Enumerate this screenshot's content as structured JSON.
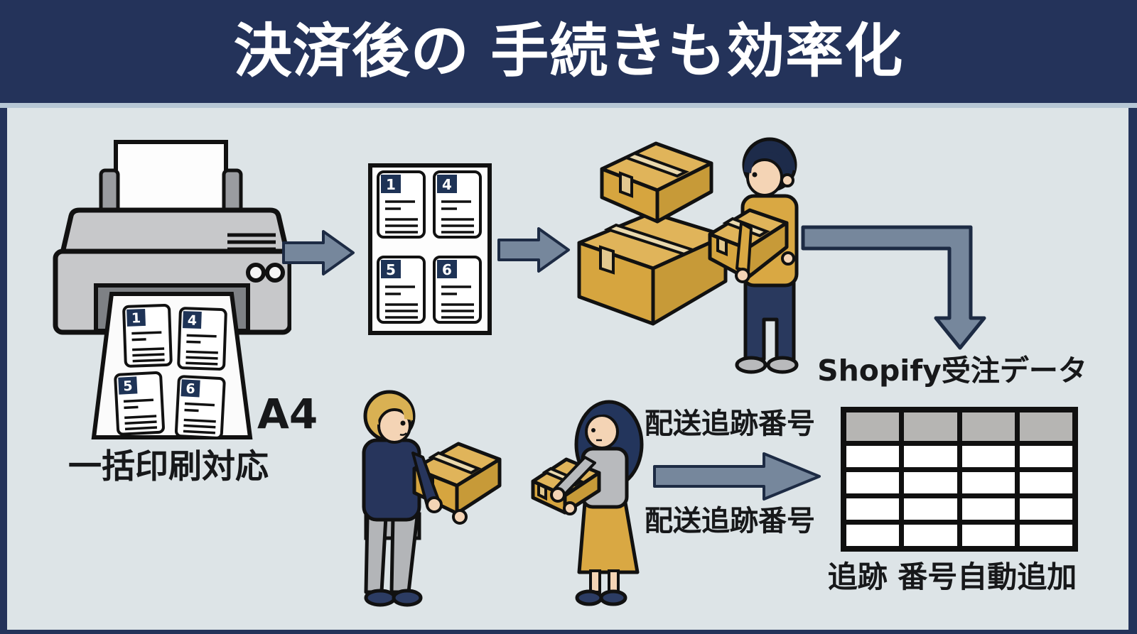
{
  "banner": {
    "title": "決済後の 手続きも効率化",
    "bg_color": "#24335a",
    "text_color": "#ffffff"
  },
  "print_station": {
    "page_labels": [
      "1",
      "4",
      "5",
      "6"
    ],
    "paper_size_label": "A4",
    "caption": "一括印刷対応"
  },
  "label_sheet": {
    "page_labels": [
      "1",
      "4",
      "5",
      "6"
    ]
  },
  "order_data": {
    "title": "Shopify受注データ",
    "caption": "追跡 番号自動追加",
    "table": {
      "columns": 4,
      "header_rows": 1,
      "body_rows": 4
    }
  },
  "handoff": {
    "label_top": "配送追跡番号",
    "label_bottom": "配送追跡番号"
  },
  "colors": {
    "banner_navy": "#24335a",
    "content_bg": "#dde4e7",
    "separator_blue": "#b7c7d5",
    "outline_black": "#111111",
    "arrow_slate": "#76879c",
    "arrow_outline": "#1d2b44",
    "box_gold": "#d6a53f",
    "box_gold_top": "#e0b45a",
    "box_gold_side": "#c79a38",
    "tape_beige": "#ead9ae",
    "label_tag_navy": "#1e3356",
    "table_header_gray": "#b6b5b3",
    "printer_gray": "#c7c8ca",
    "slot_gray": "#7e8185"
  }
}
